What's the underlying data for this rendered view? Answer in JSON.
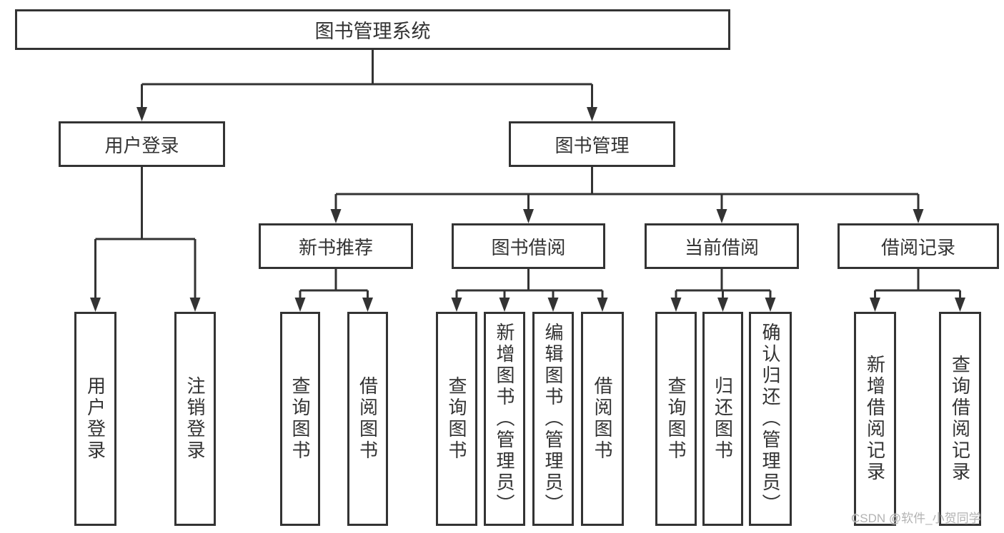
{
  "colors": {
    "line": "#333333",
    "text": "#333333",
    "background": "#ffffff",
    "watermark": "#b3b3b3"
  },
  "watermark": {
    "text": "CSDN @软件_小贺同学"
  },
  "diagram": {
    "root": {
      "label": "图书管理系统"
    },
    "branches": [
      {
        "label": "用户登录",
        "children": [
          {
            "label": "用户登录"
          },
          {
            "label": "注销登录"
          }
        ]
      },
      {
        "label": "图书管理",
        "children": [
          {
            "label": "新书推荐",
            "children": [
              {
                "label": "查询图书"
              },
              {
                "label": "借阅图书"
              }
            ]
          },
          {
            "label": "图书借阅",
            "children": [
              {
                "label": "查询图书"
              },
              {
                "label": "新增图书（管理员）"
              },
              {
                "label": "编辑图书（管理员）"
              },
              {
                "label": "借阅图书"
              }
            ]
          },
          {
            "label": "当前借阅",
            "children": [
              {
                "label": "查询图书"
              },
              {
                "label": "归还图书"
              },
              {
                "label": "确认归还（管理员）"
              }
            ]
          },
          {
            "label": "借阅记录",
            "children": [
              {
                "label": "新增借阅记录"
              },
              {
                "label": "查询借阅记录"
              }
            ]
          }
        ]
      }
    ]
  }
}
